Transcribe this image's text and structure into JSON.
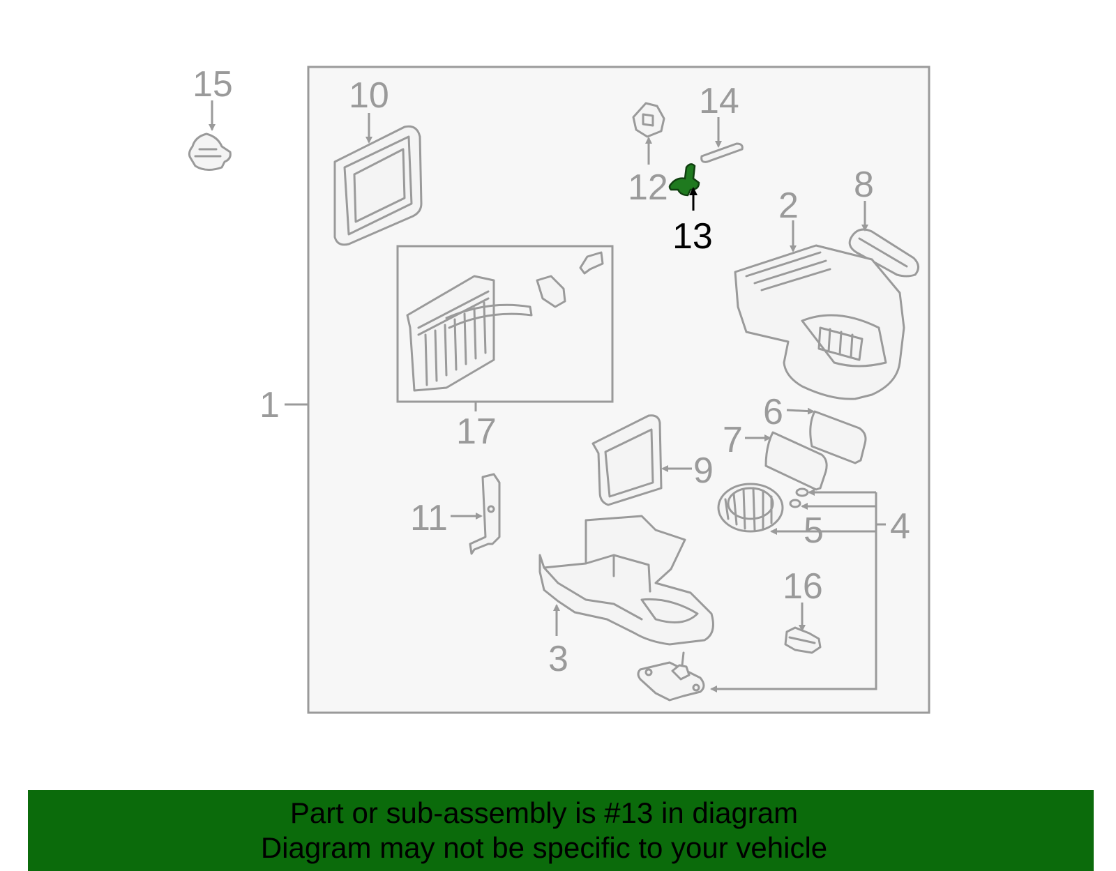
{
  "colors": {
    "outline": "#9a9a9a",
    "highlight_part": "#1f7a1f",
    "highlight_label": "#000000",
    "banner_bg": "#0b6b0b",
    "panel_bg": "#f7f7f7"
  },
  "callouts": {
    "c1": "1",
    "c2": "2",
    "c3": "3",
    "c4": "4",
    "c5": "5",
    "c6": "6",
    "c7": "7",
    "c8": "8",
    "c9": "9",
    "c10": "10",
    "c11": "11",
    "c12": "12",
    "c13": "13",
    "c14": "14",
    "c15": "15",
    "c16": "16",
    "c17": "17"
  },
  "highlighted_part": "13",
  "banner": {
    "line1": "Part or sub-assembly is #13 in diagram",
    "line2": "Diagram may not be specific to your vehicle"
  }
}
